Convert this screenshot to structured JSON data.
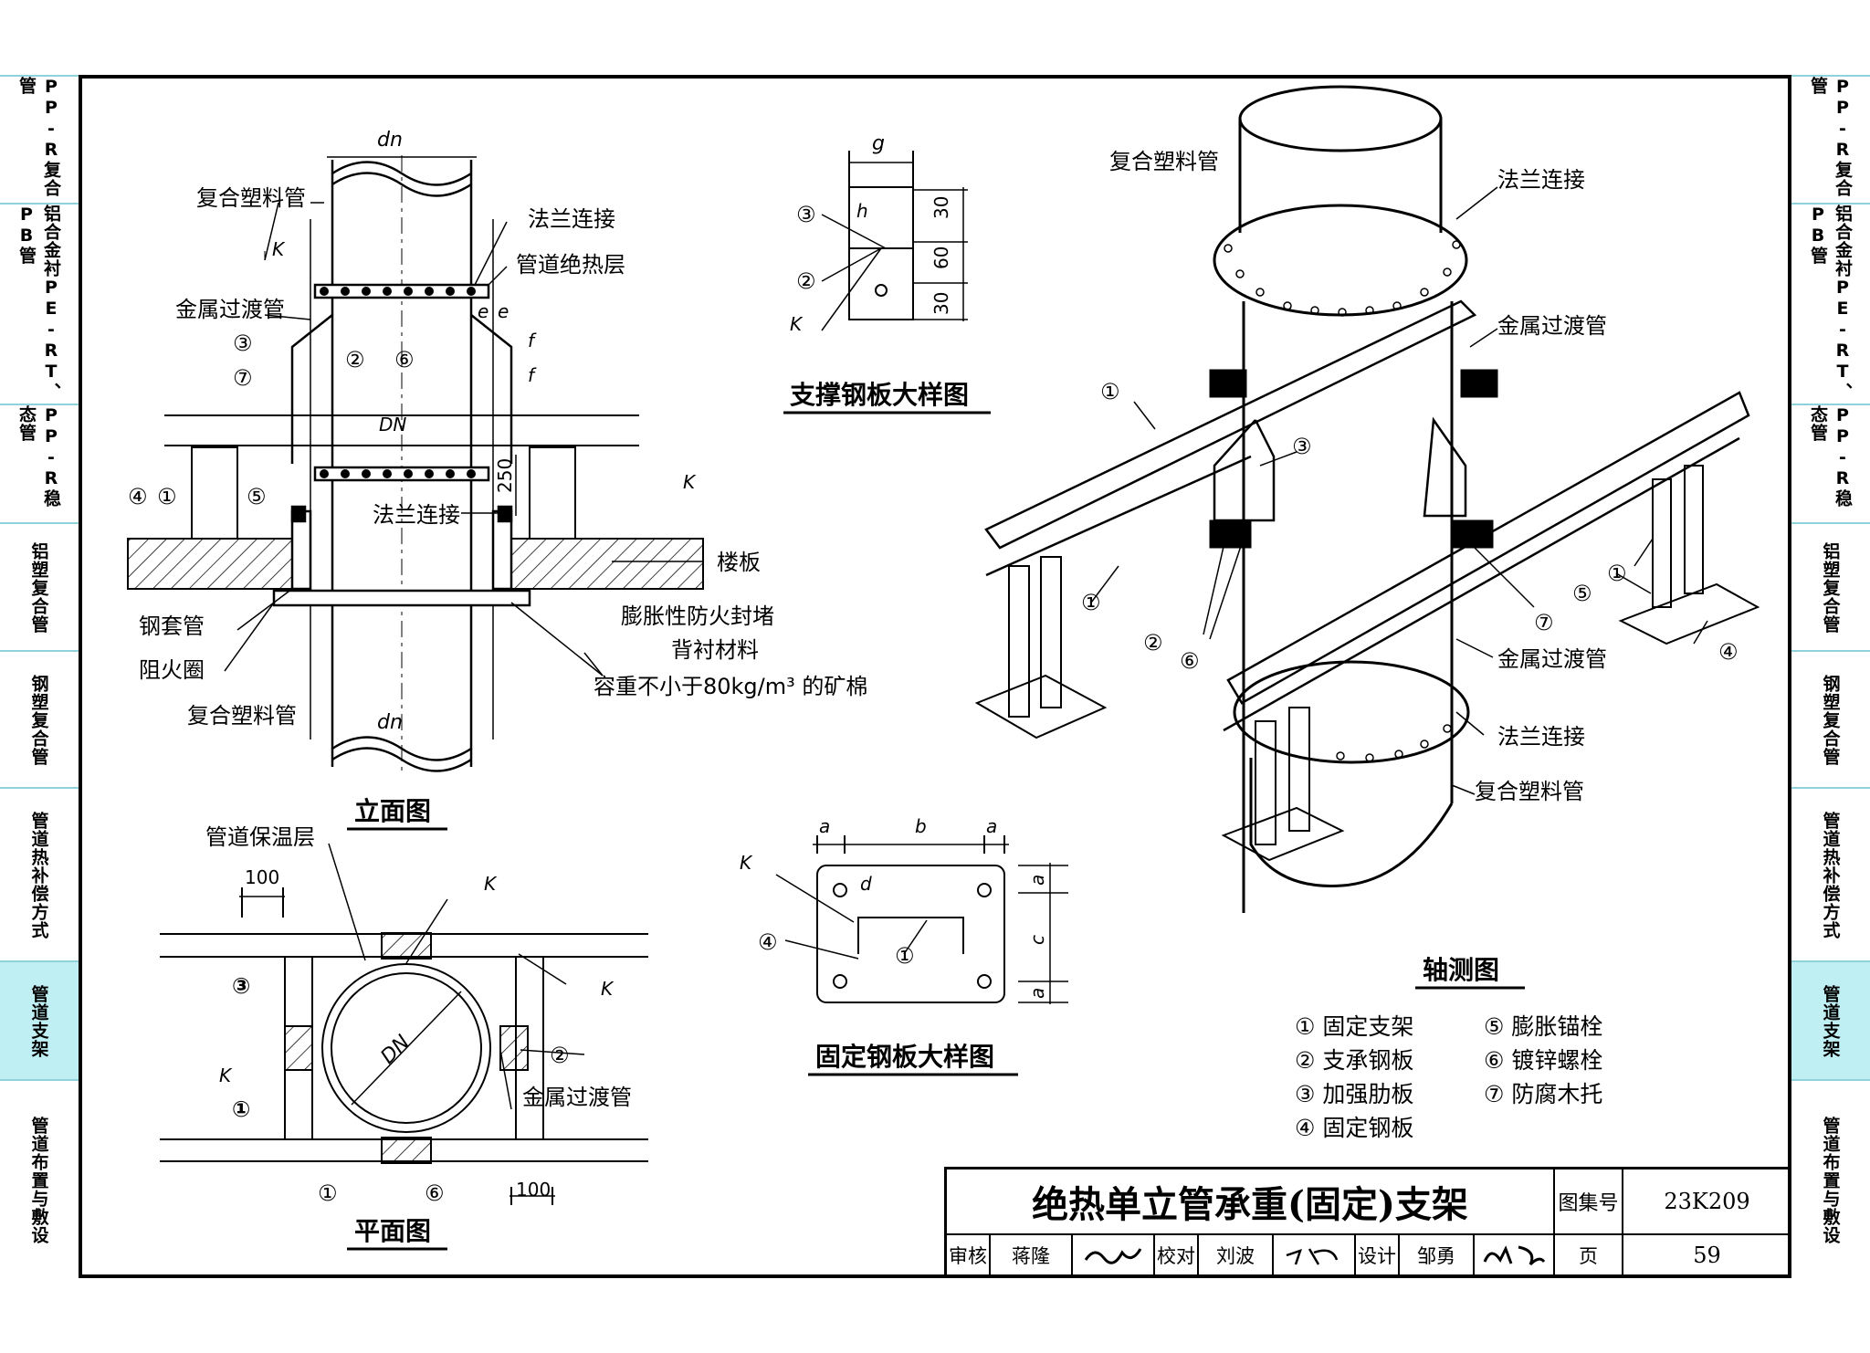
{
  "sidebar": {
    "tabs": [
      {
        "label": "PP-R复合管",
        "active": false
      },
      {
        "label": "铝合金衬PE-RT、PB管",
        "active": false
      },
      {
        "label": "PP-R稳态管",
        "active": false
      },
      {
        "label": "铝塑复合管",
        "active": false
      },
      {
        "label": "钢塑复合管",
        "active": false
      },
      {
        "label": "管道热补偿方式",
        "active": false
      },
      {
        "label": "管道支架",
        "active": true
      },
      {
        "label": "管道布置与敷设",
        "active": false
      }
    ]
  },
  "elevation": {
    "title": "立面图",
    "dn_top": "dn",
    "dn_bottom": "dn",
    "DN": "DN",
    "dim_e1": "e",
    "dim_e2": "e",
    "dim_f1": "f",
    "dim_f2": "f",
    "dim_250": "250",
    "labels": {
      "composite_pipe_top": "复合塑料管",
      "flange_top": "法兰连接",
      "insulation": "管道绝热层",
      "metal_transition": "金属过渡管",
      "flange_mid": "法兰连接",
      "floor_slab": "楼板",
      "steel_sleeve": "钢套管",
      "fire_ring": "阻火圈",
      "fire_seal": "膨胀性防火封堵",
      "backing": "背衬材料",
      "mineral_wool": "容重不小于80kg/m³ 的矿棉",
      "composite_pipe_bottom": "复合塑料管",
      "K1": "K",
      "K2": "K"
    },
    "callouts": [
      "③",
      "⑦",
      "②",
      "⑥",
      "④",
      "①",
      "⑤"
    ]
  },
  "support_plate": {
    "title": "支撑钢板大样图",
    "g": "g",
    "h": "h",
    "d30a": "30",
    "d60": "60",
    "d30b": "30",
    "K": "K",
    "callouts": [
      "③",
      "②"
    ]
  },
  "fixing_plate": {
    "title": "固定钢板大样图",
    "a1": "a",
    "b": "b",
    "a2": "a",
    "d": "d",
    "a3": "a",
    "c": "c",
    "a4": "a",
    "K": "K",
    "callouts": [
      "④",
      "①"
    ]
  },
  "plan": {
    "title": "平面图",
    "insulation": "管道保温层",
    "dim100a": "100",
    "dim100b": "100",
    "DN": "DN",
    "metal_transition": "金属过渡管",
    "K1": "K",
    "K2": "K",
    "K3": "K",
    "callouts": [
      "③",
      "①",
      "②",
      "①",
      "⑥"
    ]
  },
  "axonometric": {
    "title": "轴测图",
    "labels": {
      "composite_top": "复合塑料管",
      "flange_top": "法兰连接",
      "metal_top": "金属过渡管",
      "metal_bottom": "金属过渡管",
      "flange_bottom": "法兰连接",
      "composite_bottom": "复合塑料管"
    },
    "callouts": [
      "①",
      "③",
      "①",
      "②",
      "⑥",
      "⑦",
      "⑤",
      "①",
      "④"
    ]
  },
  "legend": {
    "items": [
      "① 固定支架",
      "⑤ 膨胀锚栓",
      "② 支承钢板",
      "⑥ 镀锌螺栓",
      "③ 加强肋板",
      "⑦ 防腐木托",
      "④ 固定钢板"
    ]
  },
  "title_block": {
    "title": "绝热单立管承重(固定)支架",
    "atlas_label": "图集号",
    "atlas_no": "23K209",
    "review_label": "审核",
    "reviewer": "蒋隆",
    "check_label": "校对",
    "checker": "刘波",
    "design_label": "设计",
    "designer": "邹勇",
    "page_label": "页",
    "page_no": "59"
  }
}
